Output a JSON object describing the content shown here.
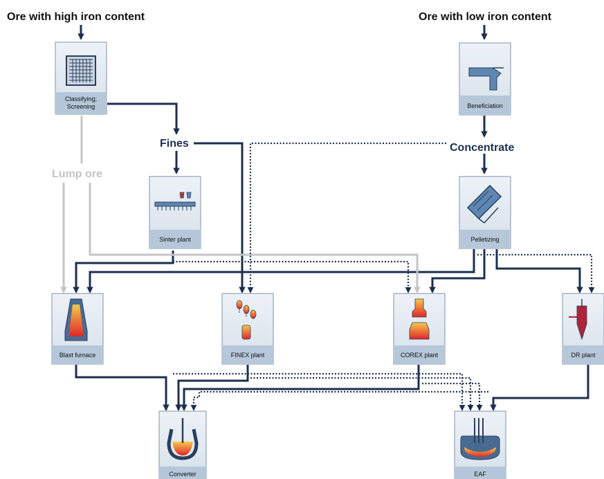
{
  "headings": {
    "high_iron": "Ore with high iron content",
    "low_iron": "Ore with low iron content"
  },
  "intermediates": {
    "fines": "Fines",
    "lump_ore": "Lump ore",
    "concentrate": "Concentrate"
  },
  "boxes": {
    "classifying": [
      "Classifying;",
      "Screening"
    ],
    "beneficiation": "Beneficiation",
    "sinter": "Sinter plant",
    "pelletizing": "Pelletizing",
    "blast_furnace": "Blast furnace",
    "finex": "FINEX plant",
    "corex": "COREX plant",
    "dr": "DR plant",
    "converter": "Converter",
    "eaf": "EAF"
  },
  "colors": {
    "arrow_dark": "#1c2f4d",
    "arrow_gray": "#c4c4c4",
    "lump_text": "#c4c4c4",
    "box_top": "#e6ecf3",
    "box_bottom": "#b6c7da",
    "box_border": "#7e93ad"
  }
}
